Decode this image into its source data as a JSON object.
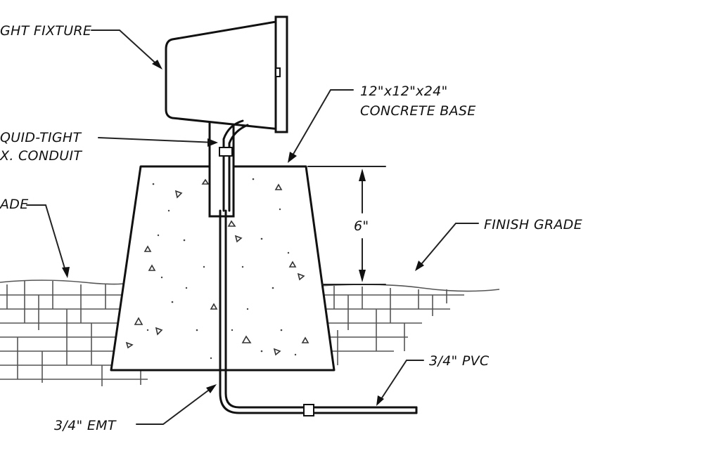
{
  "labels": {
    "light_fixture": "GHT FIXTURE",
    "conduit_line1": "QUID-TIGHT",
    "conduit_line2": "X. CONDUIT",
    "grade_left": "ADE",
    "concrete_line1": "12\"x12\"x24\"",
    "concrete_line2": "CONCRETE BASE",
    "dimension": "6\"",
    "finish_grade": "FINISH GRADE",
    "pvc": "3/4\" PVC",
    "emt": "3/4\" EMT"
  }
}
